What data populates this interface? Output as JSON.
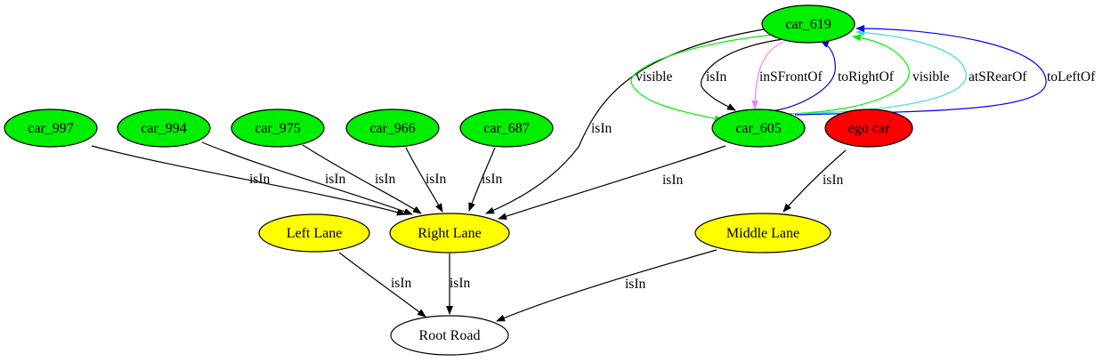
{
  "nodes": {
    "car_619": {
      "label": "car_619",
      "fill": "#00ee00"
    },
    "car_997": {
      "label": "car_997",
      "fill": "#00ee00"
    },
    "car_994": {
      "label": "car_994",
      "fill": "#00ee00"
    },
    "car_975": {
      "label": "car_975",
      "fill": "#00ee00"
    },
    "car_966": {
      "label": "car_966",
      "fill": "#00ee00"
    },
    "car_687": {
      "label": "car_687",
      "fill": "#00ee00"
    },
    "car_605": {
      "label": "car_605",
      "fill": "#00ee00"
    },
    "ego_car": {
      "label": "ego car",
      "fill": "#ff0000"
    },
    "left_lane": {
      "label": "Left Lane",
      "fill": "#ffff00"
    },
    "right_lane": {
      "label": "Right Lane",
      "fill": "#ffff00"
    },
    "middle_lane": {
      "label": "Middle Lane",
      "fill": "#ffff00"
    },
    "root_road": {
      "label": "Root Road",
      "fill": "#ffffff"
    }
  },
  "edges": {
    "e_997_right": {
      "label": "isIn",
      "color": "#000000"
    },
    "e_994_right": {
      "label": "isIn",
      "color": "#000000"
    },
    "e_975_right": {
      "label": "isIn",
      "color": "#000000"
    },
    "e_966_right": {
      "label": "isIn",
      "color": "#000000"
    },
    "e_687_right": {
      "label": "isIn",
      "color": "#000000"
    },
    "e_619_right": {
      "label": "isIn",
      "color": "#000000"
    },
    "e_605_right": {
      "label": "isIn",
      "color": "#000000"
    },
    "e_ego_middle": {
      "label": "isIn",
      "color": "#000000"
    },
    "e_left_root": {
      "label": "isIn",
      "color": "#000000"
    },
    "e_right_root": {
      "label": "isIn",
      "color": "#000000"
    },
    "e_middle_root": {
      "label": "isIn",
      "color": "#000000"
    },
    "e_619_605_visible": {
      "label": "visible",
      "color": "#00ee00"
    },
    "e_619_605_isin": {
      "label": "isIn",
      "color": "#000000"
    },
    "e_619_605_front": {
      "label": "inSFrontOf",
      "color": "#ee82ee"
    },
    "e_605_619_right": {
      "label": "toRightOf",
      "color": "#0000cd"
    },
    "e_605_619_visible": {
      "label": "visible",
      "color": "#00ee00"
    },
    "e_605_619_rear": {
      "label": "atSRearOf",
      "color": "#40e0d0"
    },
    "e_605_619_left": {
      "label": "toLeftOf",
      "color": "#0000ff"
    }
  }
}
